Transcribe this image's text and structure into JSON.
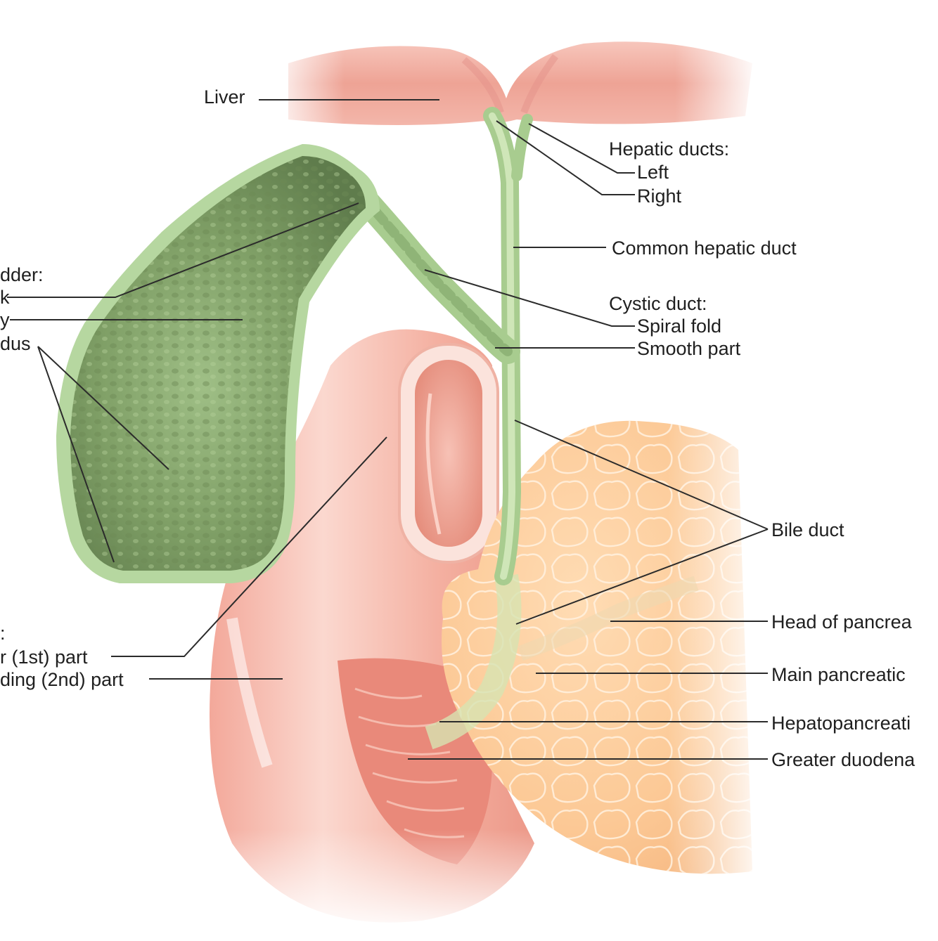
{
  "labels": {
    "liver": "Liver",
    "hepatic_ducts_heading": "Hepatic ducts:",
    "hepatic_left": "Left",
    "hepatic_right": "Right",
    "common_hepatic_duct": "Common hepatic duct",
    "cystic_duct_heading": "Cystic duct:",
    "spiral_fold": "Spiral fold",
    "smooth_part": "Smooth part",
    "gallbladder_heading": "dder:",
    "gallbladder_neck": "k",
    "gallbladder_body": "y",
    "gallbladder_fundus": "dus",
    "bile_duct": "Bile duct",
    "head_of_pancreas": "Head of pancrea",
    "main_pancreatic_duct": "Main pancreatic",
    "hepatopancreatic": "Hepatopancreati",
    "greater_duodenal": "Greater duodena",
    "duodenum_heading": ":",
    "duodenum_superior": "r (1st) part",
    "duodenum_descending": "ding (2nd) part"
  }
}
